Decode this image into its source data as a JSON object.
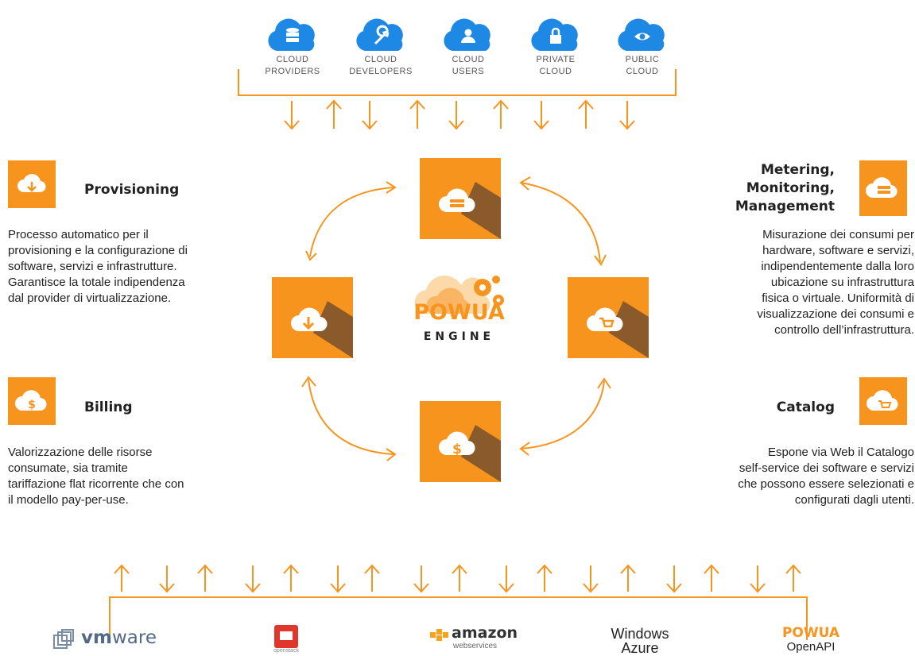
{
  "clouds": [
    {
      "line1": "CLOUD",
      "line2": "PROVIDERS",
      "icon": "database-icon"
    },
    {
      "line1": "CLOUD",
      "line2": "DEVELOPERS",
      "icon": "wrench-icon"
    },
    {
      "line1": "CLOUD",
      "line2": "USERS",
      "icon": "user-icon"
    },
    {
      "line1": "PRIVATE",
      "line2": "CLOUD",
      "icon": "lock-icon"
    },
    {
      "line1": "PUBLIC",
      "line2": "CLOUD",
      "icon": "eye-icon"
    }
  ],
  "features": {
    "provisioning": {
      "title": "Provisioning",
      "lines": [
        "Processo automatico per il",
        "provisioning e la configurazione di",
        "software, servizi e infrastrutture.",
        "Garantisce la totale indipendenza",
        "dal provider di virtualizzazione."
      ]
    },
    "billing": {
      "title": "Billing",
      "lines": [
        "Valorizzazione delle risorse",
        "consumate, sia tramite",
        "tariffazione flat ricorrente che con",
        "il modello pay-per-use."
      ]
    },
    "metering": {
      "title_lines": [
        "Metering,",
        "Monitoring,",
        "Management"
      ],
      "lines": [
        "Misurazione dei consumi per",
        "hardware, software e servizi,",
        "indipendentemente dalla loro",
        "ubicazione su infrastruttura",
        "fisica o virtuale. Uniformità di",
        "visualizzazione dei consumi e",
        "controllo dell’infrastruttura."
      ]
    },
    "catalog": {
      "title": "Catalog",
      "lines": [
        "Espone via Web il Catalogo",
        "self-service dei software e servizi",
        "che possono essere selezionati e",
        "configurati dagli utenti."
      ]
    }
  },
  "engine": {
    "brand": "POWUA",
    "sub": "ENGINE"
  },
  "vendors": {
    "vmware": {
      "a": "vm",
      "b": "ware"
    },
    "openstack": {
      "label": "openstack"
    },
    "amazon": {
      "a": "amazon",
      "b": "webservices"
    },
    "azure": {
      "line1": "Windows",
      "line2": "Azure"
    },
    "powua": {
      "line1": "POWUA",
      "line2": "OpenAPI"
    }
  },
  "colors": {
    "accent": "#f7941d",
    "cloud": "#1e88e5",
    "shadow": "#8b5a2b"
  }
}
